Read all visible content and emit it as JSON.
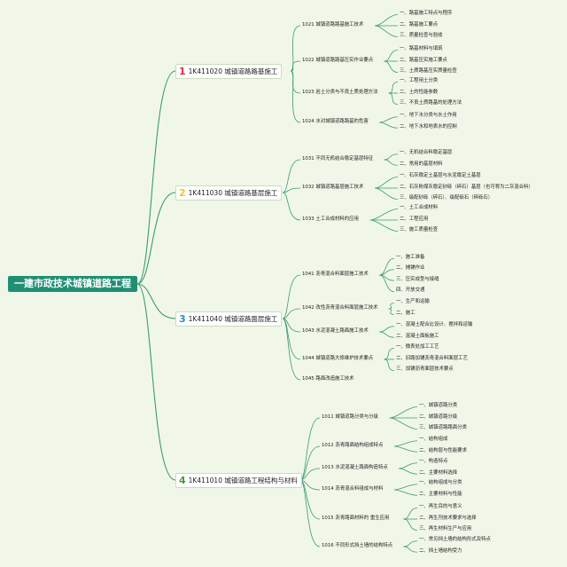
{
  "root": {
    "label": "一建市政技术城镇道路工程"
  },
  "colors": {
    "root_bg": "#1f8f74",
    "line": "#3c9a72",
    "page_bg": "#f0f7e9"
  },
  "branches": [
    {
      "num": "1",
      "num_color": "#d62f3b",
      "label": "1K411020 城镇道路路基施工",
      "topics": [
        {
          "label": "1021 城镇道路路基施工技术",
          "leaves": [
            "一、路基施工特点与程序",
            "二、路基施工要点",
            "三、质量检查与验收"
          ]
        },
        {
          "label": "1022 城镇道路路基压实作业要点",
          "leaves": [
            "一、路基材料与填筑",
            "二、路基压实施工要点",
            "三、土质路基压实质量检查"
          ]
        },
        {
          "label": "1023 岩土分类与不良土质处理方法",
          "leaves": [
            "一、工程用土分类",
            "二、土的性能参数",
            "三、不良土质路基的处理方法"
          ]
        },
        {
          "label": "1024 水对城镇道路路基的危害",
          "leaves": [
            "一、地下水分类与水土作用",
            "二、地下水和地表水的控制"
          ]
        }
      ]
    },
    {
      "num": "2",
      "num_color": "#e9c52e",
      "label": "1K411030 城镇道路基层施工",
      "topics": [
        {
          "label": "1031 不同无机结合稳定基层特征",
          "leaves": [
            "一、无机结合料稳定基层",
            "二、常用的基层材料"
          ]
        },
        {
          "label": "1032 城镇道路基层施工技术",
          "leaves": [
            "一、石灰稳定土基层与水泥稳定土基层",
            "二、石灰粉煤灰稳定砂砾（碎石）基层（也可称为二灰混合料）",
            "三、级配砂砾（碎石）、级配砾石（碎砾石）"
          ]
        },
        {
          "label": "1033 土工合成材料的应用",
          "leaves": [
            "一、土工合成材料",
            "二、工程应用",
            "三、施工质量检查"
          ]
        }
      ]
    },
    {
      "num": "3",
      "num_color": "#2e8ec9",
      "label": "1K411040 城镇道路面层施工",
      "topics": [
        {
          "label": "1041 沥青混合料面层施工技术",
          "leaves": [
            "一、施工准备",
            "二、摊铺作业",
            "三、压实成型与接缝",
            "四、开放交通"
          ]
        },
        {
          "label": "1042 改性沥青混合料面层施工技术",
          "leaves": [
            "一、生产和运输",
            "二、施工"
          ]
        },
        {
          "label": "1043 水泥混凝土路面施工技术",
          "leaves": [
            "一、混凝土配合比设计、搅拌和运输",
            "二、混凝土面板施工"
          ]
        },
        {
          "label": "1044 城镇道路大修维护技术要点",
          "leaves": [
            "一、微表处加工工艺",
            "二、旧路加铺沥青混合料面层工艺",
            "三、加铺沥青面层技术要点"
          ]
        },
        {
          "label": "1045 路面改造施工技术",
          "leaves": []
        }
      ]
    },
    {
      "num": "4",
      "num_color": "#4a9a37",
      "label": "1K411010 城镇道路工程结构与材料",
      "topics": [
        {
          "label": "1011 城镇道路分类与分级",
          "leaves": [
            "一、城镇道路分类",
            "二、城镇道路分级",
            "三、城镇道路路面分类"
          ]
        },
        {
          "label": "1012 沥青路面结构组成特点",
          "leaves": [
            "一、结构组成",
            "二、结构层与性能要求"
          ]
        },
        {
          "label": "1013 水泥混凝土路面构造特点",
          "leaves": [
            "一、构造特点",
            "二、主要材料选择"
          ]
        },
        {
          "label": "1014 沥青混合料组成与材料",
          "leaves": [
            "一、结构组成与分类",
            "二、主要材料与性能"
          ]
        },
        {
          "label": "1015 沥青路面材料的 重生应用",
          "leaves": [
            "一、再生目的与意义",
            "二、再生剂技术要求与选择",
            "三、再生材料生产与应用"
          ]
        },
        {
          "label": "1016 不同形式挡土墙的结构特点",
          "leaves": [
            "一、常见挡土墙的结构形式及特点",
            "二、挡土墙结构受力"
          ]
        }
      ]
    }
  ]
}
